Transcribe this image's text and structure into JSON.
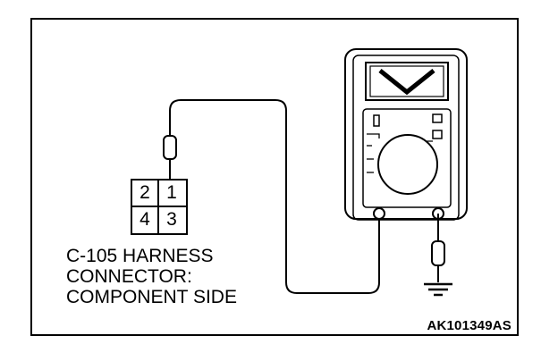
{
  "connector": {
    "pins": [
      "2",
      "1",
      "4",
      "3"
    ],
    "caption_lines": [
      "C-105 HARNESS",
      "CONNECTOR:",
      "COMPONENT SIDE"
    ]
  },
  "voltmeter": {
    "display_symbol": "V-icon"
  },
  "figure_id": "AK101349AS"
}
